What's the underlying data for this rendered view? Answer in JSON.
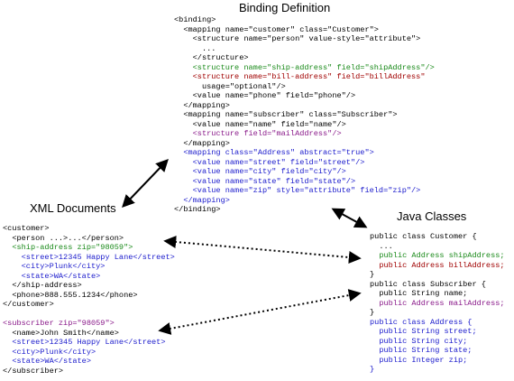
{
  "titles": {
    "binding": "Binding Definition",
    "xml": "XML Documents",
    "java": "Java Classes"
  },
  "colors": {
    "black": "#000000",
    "green": "#1a8a1a",
    "red": "#a00000",
    "blue": "#1a1acc",
    "purple": "#8a1a8a"
  },
  "binding_lines": [
    {
      "text": "<binding>",
      "color": "black"
    },
    {
      "text": "  <mapping name=\"customer\" class=\"Customer\">",
      "color": "black"
    },
    {
      "text": "    <structure name=\"person\" value-style=\"attribute\">",
      "color": "black"
    },
    {
      "text": "      ...",
      "color": "black"
    },
    {
      "text": "    </structure>",
      "color": "black"
    },
    {
      "text": "    <structure name=\"ship-address\" field=\"shipAddress\"/>",
      "color": "green"
    },
    {
      "text": "    <structure name=\"bill-address\" field=\"billAddress\"",
      "color": "red"
    },
    {
      "text": "      usage=\"optional\"/>",
      "color": "black"
    },
    {
      "text": "    <value name=\"phone\" field=\"phone\"/>",
      "color": "black"
    },
    {
      "text": "  </mapping>",
      "color": "black"
    },
    {
      "text": "  <mapping name=\"subscriber\" class=\"Subscriber\">",
      "color": "black"
    },
    {
      "text": "    <value name=\"name\" field=\"name\"/>",
      "color": "black"
    },
    {
      "text": "    <structure field=\"mailAddress\"/>",
      "color": "purple"
    },
    {
      "text": "  </mapping>",
      "color": "black"
    },
    {
      "text": "  <mapping class=\"Address\" abstract=\"true\">",
      "color": "blue"
    },
    {
      "text": "    <value name=\"street\" field=\"street\"/>",
      "color": "blue"
    },
    {
      "text": "    <value name=\"city\" field=\"city\"/>",
      "color": "blue"
    },
    {
      "text": "    <value name=\"state\" field=\"state\"/>",
      "color": "blue"
    },
    {
      "text": "    <value name=\"zip\" style=\"attribute\" field=\"zip\"/>",
      "color": "blue"
    },
    {
      "text": "  </mapping>",
      "color": "blue"
    },
    {
      "text": "</binding>",
      "color": "black"
    }
  ],
  "customer_xml_lines": [
    {
      "text": "<customer>",
      "color": "black"
    },
    {
      "text": "  <person ...>...</person>",
      "color": "black"
    },
    {
      "text": "  <ship-address zip=\"98059\">",
      "color": "green"
    },
    {
      "text": "    <street>12345 Happy Lane</street>",
      "color": "blue"
    },
    {
      "text": "    <city>Plunk</city>",
      "color": "blue"
    },
    {
      "text": "    <state>WA</state>",
      "color": "blue"
    },
    {
      "text": "  </ship-address>",
      "color": "black"
    },
    {
      "text": "  <phone>888.555.1234</phone>",
      "color": "black"
    },
    {
      "text": "</customer>",
      "color": "black"
    }
  ],
  "subscriber_xml_lines": [
    {
      "text": "<subscriber zip=\"98059\">",
      "color": "purple"
    },
    {
      "text": "  <name>John Smith</name>",
      "color": "black"
    },
    {
      "text": "  <street>12345 Happy Lane</street>",
      "color": "blue"
    },
    {
      "text": "  <city>Plunk</city>",
      "color": "blue"
    },
    {
      "text": "  <state>WA</state>",
      "color": "blue"
    },
    {
      "text": "</subscriber>",
      "color": "black"
    }
  ],
  "java_lines": [
    {
      "text": "public class Customer {",
      "color": "black"
    },
    {
      "text": "  ...",
      "color": "black"
    },
    {
      "text": "  public Address shipAddress;",
      "color": "green"
    },
    {
      "text": "  public Address billAddress;",
      "color": "red"
    },
    {
      "text": "}",
      "color": "black"
    },
    {
      "text": "public class Subscriber {",
      "color": "black"
    },
    {
      "text": "  public String name;",
      "color": "black"
    },
    {
      "text": "  public Address mailAddress;",
      "color": "purple"
    },
    {
      "text": "}",
      "color": "black"
    },
    {
      "text": "public class Address {",
      "color": "blue"
    },
    {
      "text": "  public String street;",
      "color": "blue"
    },
    {
      "text": "  public String city;",
      "color": "blue"
    },
    {
      "text": "  public String state;",
      "color": "blue"
    },
    {
      "text": "  public Integer zip;",
      "color": "blue"
    },
    {
      "text": "}",
      "color": "blue"
    }
  ]
}
